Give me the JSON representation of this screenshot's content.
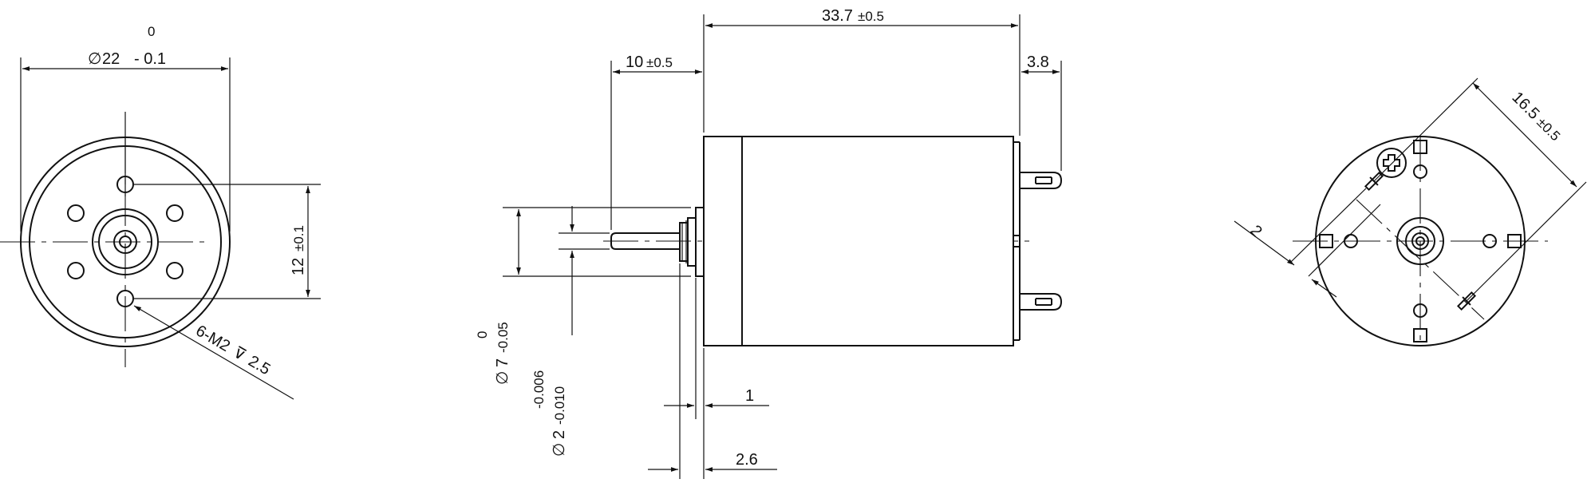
{
  "front_view": {
    "diameter_symbol": "∅",
    "diameter_value": "22",
    "diameter_tol_upper": "0",
    "diameter_tol_lower": "- 0.1",
    "hole_spacing": "12",
    "hole_spacing_tol": "±0.1",
    "thread_callout_prefix": "6-M2",
    "thread_depth_symbol": "⊽",
    "thread_depth": "2.5"
  },
  "side_view": {
    "body_length": "33.7",
    "body_length_tol": "±0.5",
    "shaft_length": "10",
    "shaft_length_tol": "±0.5",
    "terminal_length": "3.8",
    "boss_diameter_symbol": "∅",
    "boss_diameter": "7",
    "boss_tol_upper": "0",
    "boss_tol_lower": "-0.05",
    "shaft_diameter_symbol": "∅",
    "shaft_diameter": "2",
    "shaft_tol_upper": "-0.006",
    "shaft_tol_lower": "-0.010",
    "flange_thickness": "1",
    "boss_length": "2.6"
  },
  "rear_view": {
    "terminal_spacing": "16.5",
    "terminal_spacing_tol": "±0.5",
    "terminal_width": "2"
  }
}
